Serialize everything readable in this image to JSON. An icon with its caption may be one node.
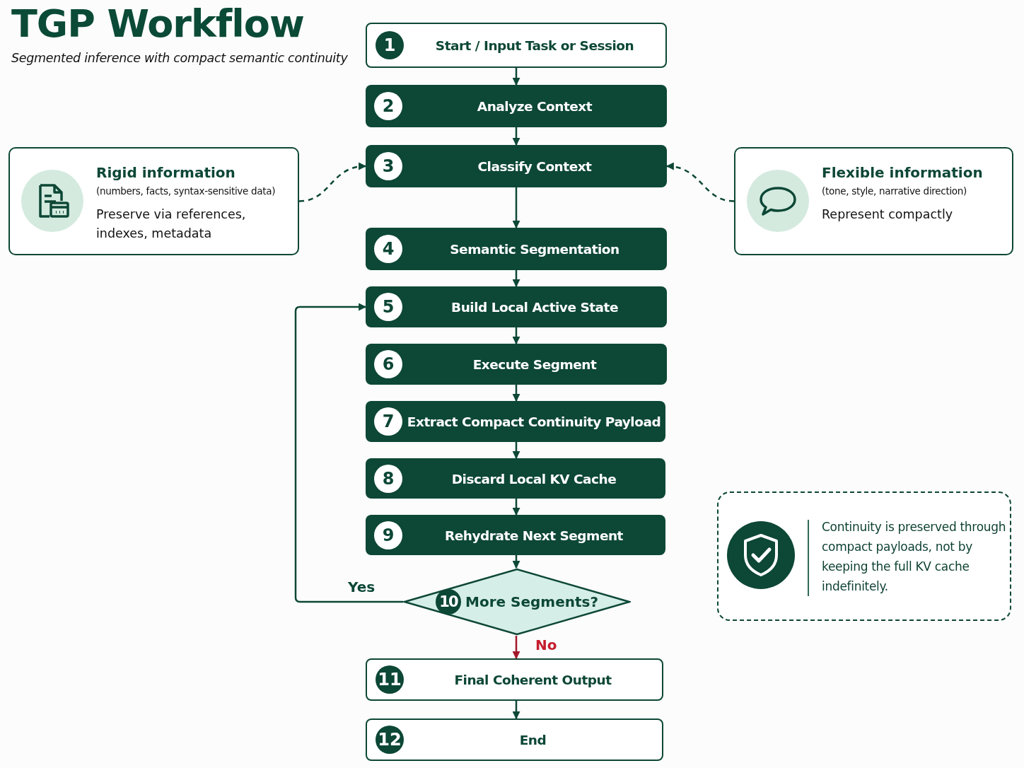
{
  "diagram": {
    "title": "TGP Workflow",
    "nodes": [
      {
        "text": [
          "1",
          "Start / Input Task or Session"
        ]
      },
      {
        "text": [
          "2",
          "Analyze Context"
        ]
      },
      {
        "text": [
          "3",
          "Classify Context"
        ]
      },
      {
        "text": [
          "4",
          "Semantic Segmentation"
        ]
      },
      {
        "text": [
          "5",
          "Build Local Active State"
        ]
      },
      {
        "text": [
          "6",
          "Execute Segment"
        ]
      },
      {
        "text": [
          "7",
          "Extract Compact Continuity Payload"
        ]
      },
      {
        "text": [
          "8",
          "Discard Local KV Cache"
        ]
      },
      {
        "text": [
          "9",
          "Rehydrate Next Segment"
        ]
      },
      {
        "text": [
          "10",
          "More Segments?"
        ]
      },
      {
        "text": [
          "11",
          "Final Coherent Output"
        ]
      },
      {
        "text": [
          "12",
          "End"
        ]
      },
      {
        "text": [
          "Rigid information",
          "(numbers, facts, syntax-sensitive data)",
          "Preserve via references, indexes, metadata"
        ]
      },
      {
        "text": [
          "Flexible information",
          "(tone, style, narrative direction)",
          "Represent compactly"
        ]
      },
      {
        "text": [
          "Continuity is preserved through compact payloads, not by keeping the full KV cache indefinitely."
        ]
      }
    ],
    "edges": [
      {
        "from": 0,
        "to": 1,
        "arrow": "to"
      },
      {
        "from": 1,
        "to": 2,
        "arrow": "to"
      },
      {
        "from": 2,
        "to": 3,
        "arrow": "to"
      },
      {
        "from": 3,
        "to": 4,
        "arrow": "to"
      },
      {
        "from": 4,
        "to": 5,
        "arrow": "to"
      },
      {
        "from": 5,
        "to": 6,
        "arrow": "to"
      },
      {
        "from": 6,
        "to": 7,
        "arrow": "to"
      },
      {
        "from": 7,
        "to": 8,
        "arrow": "to"
      },
      {
        "from": 8,
        "to": 9,
        "arrow": "to"
      },
      {
        "from": 9,
        "to": 4,
        "arrow": "to",
        "label": "Yes"
      },
      {
        "from": 9,
        "to": 10,
        "arrow": "to",
        "label": "No",
        "color": "#a3182a"
      },
      {
        "from": 10,
        "to": 11,
        "arrow": "to"
      },
      {
        "from": 12,
        "to": 2,
        "arrow": "to",
        "style": "dashed"
      },
      {
        "from": 13,
        "to": 2,
        "arrow": "to",
        "style": "dashed"
      }
    ],
    "labels": [
      "Segmented inference with compact semantic continuity"
    ]
  }
}
